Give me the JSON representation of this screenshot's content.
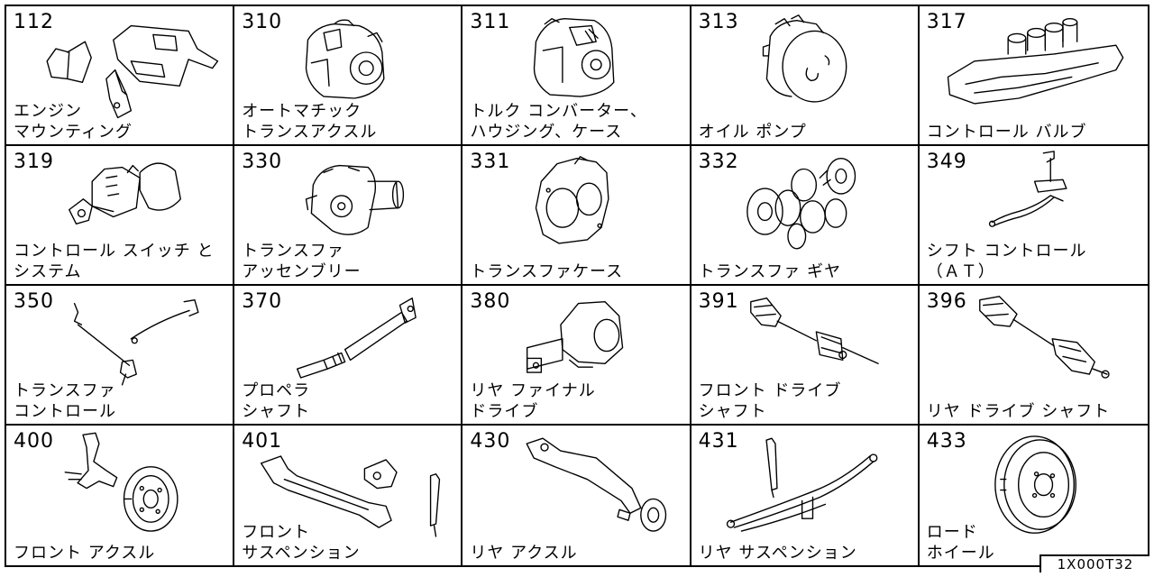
{
  "catalog": {
    "code": "1X000T32",
    "cells": [
      {
        "num": "112",
        "label": "エンジン\nマウンティング",
        "icon": "engine-mounting-illustration"
      },
      {
        "num": "310",
        "label": "オートマチック\nトランスアクスル",
        "icon": "automatic-transaxle-illustration"
      },
      {
        "num": "311",
        "label": "トルク コンバーター、\nハウジング、ケース",
        "icon": "torque-converter-housing-illustration"
      },
      {
        "num": "313",
        "label": "オイル ポンプ",
        "icon": "oil-pump-illustration"
      },
      {
        "num": "317",
        "label": "コントロール バルブ",
        "icon": "control-valve-illustration"
      },
      {
        "num": "319",
        "label": "コントロール スイッチ と\nシステム",
        "icon": "control-switch-illustration"
      },
      {
        "num": "330",
        "label": "トランスファ\nアッセンブリー",
        "icon": "transfer-assembly-illustration"
      },
      {
        "num": "331",
        "label": "トランスファケース",
        "icon": "transfer-case-illustration"
      },
      {
        "num": "332",
        "label": "トランスファ ギヤ",
        "icon": "transfer-gear-illustration"
      },
      {
        "num": "349",
        "label": "シフト コントロール\n（ＡＴ）",
        "icon": "shift-control-illustration"
      },
      {
        "num": "350",
        "label": "トランスファ\nコントロール",
        "icon": "transfer-control-illustration"
      },
      {
        "num": "370",
        "label": "プロペラ\nシャフト",
        "icon": "propeller-shaft-illustration"
      },
      {
        "num": "380",
        "label": "リヤ ファイナル\nドライブ",
        "icon": "rear-final-drive-illustration"
      },
      {
        "num": "391",
        "label": "フロント ドライブ\nシャフト",
        "icon": "front-drive-shaft-illustration"
      },
      {
        "num": "396",
        "label": "リヤ ドライブ シャフト",
        "icon": "rear-drive-shaft-illustration"
      },
      {
        "num": "400",
        "label": "フロント アクスル",
        "icon": "front-axle-illustration"
      },
      {
        "num": "401",
        "label": "フロント\nサスペンション",
        "icon": "front-suspension-illustration"
      },
      {
        "num": "430",
        "label": "リヤ アクスル",
        "icon": "rear-axle-illustration"
      },
      {
        "num": "431",
        "label": "リヤ サスペンション",
        "icon": "rear-suspension-illustration"
      },
      {
        "num": "433",
        "label": "ロード\nホイール",
        "icon": "road-wheel-illustration"
      }
    ]
  }
}
